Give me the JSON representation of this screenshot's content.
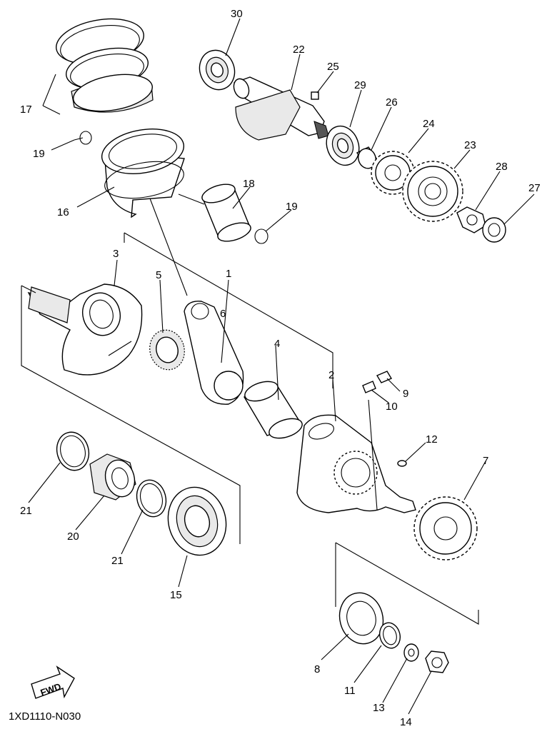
{
  "diagram_code": "1XD1110-N030",
  "fwd_label": "FWD",
  "labels": {
    "l1": "1",
    "l2": "2",
    "l3": "3",
    "l4": "4",
    "l5": "5",
    "l6": "6",
    "l7": "7",
    "l8": "8",
    "l9": "9",
    "l10": "10",
    "l11": "11",
    "l12": "12",
    "l13": "13",
    "l14": "14",
    "l15": "15",
    "l16": "16",
    "l17": "17",
    "l18": "18",
    "l19a": "19",
    "l19b": "19",
    "l20": "20",
    "l21a": "21",
    "l21b": "21",
    "l22": "22",
    "l23": "23",
    "l24": "24",
    "l25": "25",
    "l26": "26",
    "l27": "27",
    "l28": "28",
    "l29": "29",
    "l30": "30"
  }
}
